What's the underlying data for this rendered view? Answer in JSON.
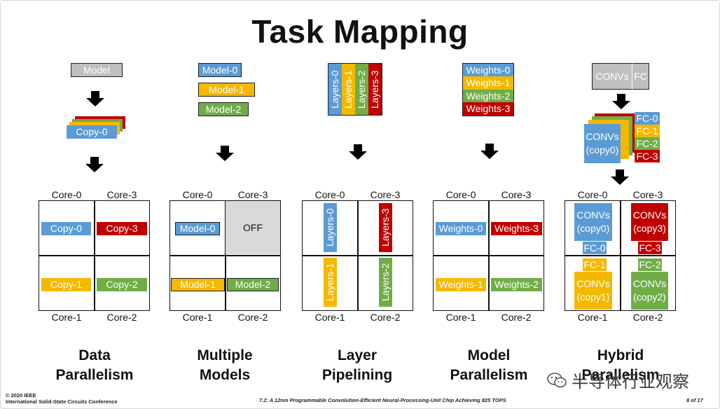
{
  "title": "Task Mapping",
  "core_labels": {
    "c0": "Core-0",
    "c1": "Core-1",
    "c2": "Core-2",
    "c3": "Core-3"
  },
  "data_parallelism": {
    "input": "Model",
    "copy_stack": "Copy-0",
    "cells": [
      "Copy-0",
      "Copy-3",
      "Copy-1",
      "Copy-2"
    ],
    "name_line1": "Data",
    "name_line2": "Parallelism"
  },
  "multiple_models": {
    "models": [
      "Model-0",
      "Model-1",
      "Model-2"
    ],
    "cells": [
      "Model-0",
      "OFF",
      "Model-1",
      "Model-2"
    ],
    "name_line1": "Multiple",
    "name_line2": "Models"
  },
  "layer_pipelining": {
    "layers": [
      "Layers-0",
      "Layers-1",
      "Layers-2",
      "Layers-3"
    ],
    "cells": [
      "Layers-0",
      "Layers-3",
      "Layers-1",
      "Layers-2"
    ],
    "name_line1": "Layer",
    "name_line2": "Pipelining"
  },
  "model_parallelism": {
    "weights": [
      "Weights-0",
      "Weights-1",
      "Weights-2",
      "Weights-3"
    ],
    "cells": [
      "Weights-0",
      "Weights-3",
      "Weights-1",
      "Weights-2"
    ],
    "name_line1": "Model",
    "name_line2": "Parallelism"
  },
  "hybrid": {
    "input_convs": "CONVs",
    "input_fc": "FC",
    "stack_convs": "CONVs",
    "stack_convs_copy": "(copy0)",
    "fc_list": [
      "FC-0",
      "FC-1",
      "FC-2",
      "FC-3"
    ],
    "cells": [
      {
        "convs": "CONVs",
        "copy": "(copy0)",
        "fc": "FC-0"
      },
      {
        "convs": "CONVs",
        "copy": "(copy3)",
        "fc": "FC-3"
      },
      {
        "convs": "CONVs",
        "copy": "(copy1)",
        "fc": "FC-1"
      },
      {
        "convs": "CONVs",
        "copy": "(copy2)",
        "fc": "FC-2"
      }
    ],
    "name_line1": "Hybrid",
    "name_line2": "Parallelism"
  },
  "footer": {
    "copyright": "© 2020 IEEE",
    "conference": "International Solid-State Circuits Conference",
    "paper": "7.2: A 12nm Programmable Convolution-Efficient Neural-Processing-Unit Chip Achieving 825 TOPS",
    "page": "8 of 17"
  },
  "watermark": "半导体行业观察",
  "colors": {
    "blue": "#5b9bd5",
    "orange": "#f5b800",
    "green": "#70ad47",
    "red": "#c00000",
    "gray": "#bfbfbf"
  }
}
